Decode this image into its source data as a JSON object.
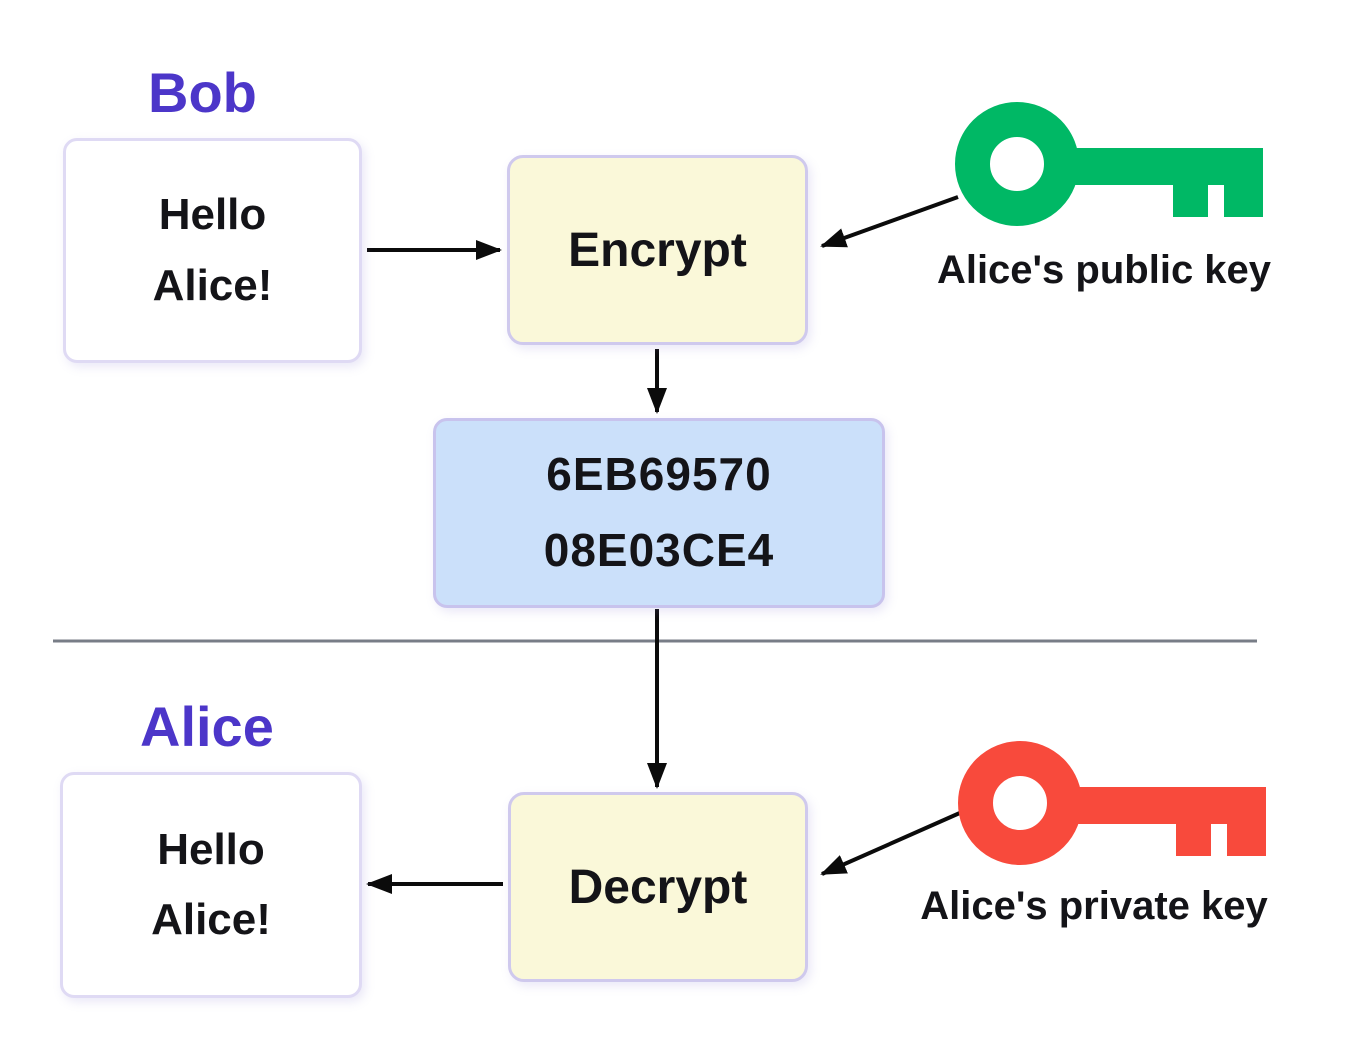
{
  "actors": {
    "sender": {
      "label": "Bob"
    },
    "receiver": {
      "label": "Alice"
    }
  },
  "messages": {
    "plaintext_top": {
      "line1": "Hello",
      "line2": "Alice!"
    },
    "ciphertext": {
      "line1": "6EB69570",
      "line2": "08E03CE4"
    },
    "plaintext_bottom": {
      "line1": "Hello",
      "line2": "Alice!"
    }
  },
  "processes": {
    "encrypt": {
      "label": "Encrypt"
    },
    "decrypt": {
      "label": "Decrypt"
    }
  },
  "keys": {
    "public": {
      "label": "Alice's public key",
      "color": "#00B865",
      "icon": "key-icon"
    },
    "private": {
      "label": "Alice's private key",
      "color": "#F84A3C",
      "icon": "key-icon"
    }
  },
  "colors": {
    "actor_label": "#4C36C9",
    "process_box_fill": "#FAF8D9",
    "cipher_box_fill": "#CBE0FA",
    "box_border": "#CFC9ED",
    "arrow": "#0B0B0B",
    "divider": "#787D87"
  }
}
